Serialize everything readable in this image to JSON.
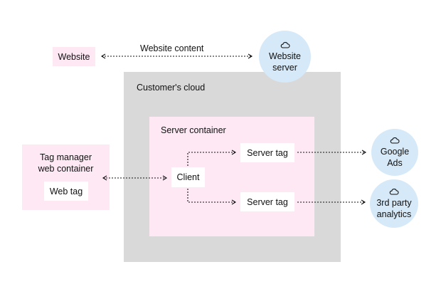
{
  "nodes": {
    "website": "Website",
    "website_content": "Website content",
    "website_server_line1": "Website",
    "website_server_line2": "server",
    "customers_cloud": "Customer's cloud",
    "server_container": "Server container",
    "tag_manager_line1": "Tag manager",
    "tag_manager_line2": "web container",
    "web_tag": "Web tag",
    "client": "Client",
    "server_tag_top": "Server tag",
    "server_tag_bottom": "Server tag",
    "google_ads_line1": "Google",
    "google_ads_line2": "Ads",
    "analytics_line1": "3rd party",
    "analytics_line2": "analytics"
  },
  "icons": {
    "server_icon": "cloud-icon"
  },
  "colors": {
    "pink": "#fde8f4",
    "gray": "#d9d9d9",
    "blue": "#d6e9f8",
    "connector": "#111111"
  }
}
